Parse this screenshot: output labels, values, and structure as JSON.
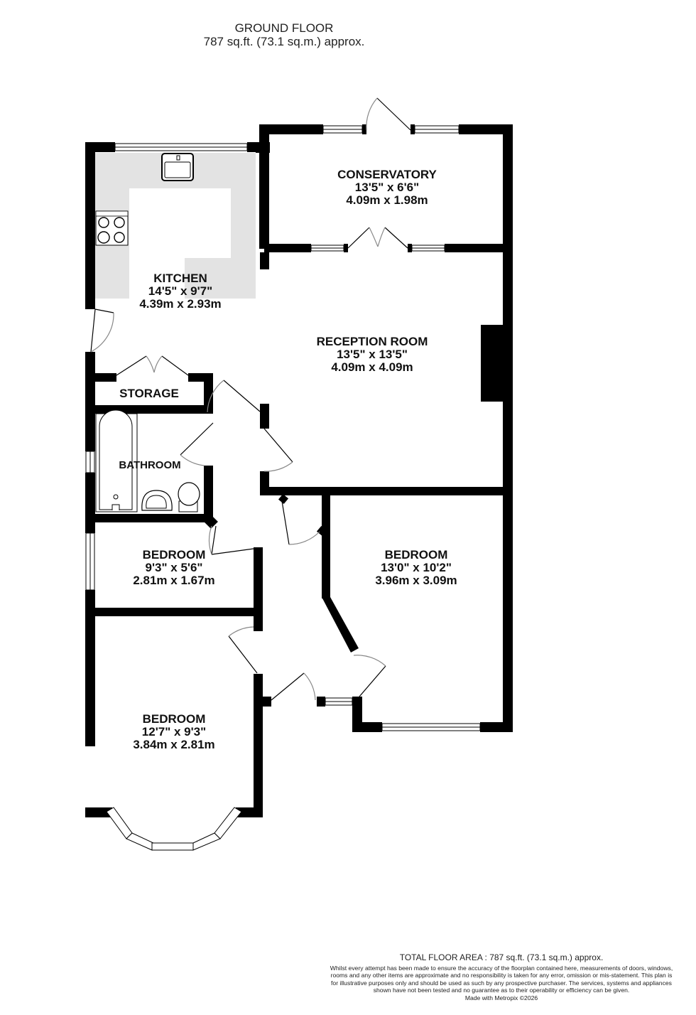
{
  "header": {
    "floor_title": "GROUND FLOOR",
    "floor_area": "787 sq.ft. (73.1 sq.m.) approx."
  },
  "rooms": [
    {
      "id": "conservatory",
      "name": "CONSERVATORY",
      "imperial": "13'5\"  x 6'6\"",
      "metric": "4.09m  x 1.98m"
    },
    {
      "id": "kitchen",
      "name": "KITCHEN",
      "imperial": "14'5\"  x 9'7\"",
      "metric": "4.39m  x 2.93m"
    },
    {
      "id": "reception",
      "name": "RECEPTION ROOM",
      "imperial": "13'5\"  x 13'5\"",
      "metric": "4.09m  x 4.09m"
    },
    {
      "id": "storage",
      "name": "STORAGE"
    },
    {
      "id": "bathroom",
      "name": "BATHROOM"
    },
    {
      "id": "bedroom-small",
      "name": "BEDROOM",
      "imperial": "9'3\"  x 5'6\"",
      "metric": "2.81m  x 1.67m"
    },
    {
      "id": "bedroom-right",
      "name": "BEDROOM",
      "imperial": "13'0\"  x 10'2\"",
      "metric": "3.96m  x 3.09m"
    },
    {
      "id": "bedroom-bay",
      "name": "BEDROOM",
      "imperial": "12'7\"  x 9'3\"",
      "metric": "3.84m  x 2.81m"
    }
  ],
  "footer": {
    "total_area": "TOTAL FLOOR AREA : 787 sq.ft. (73.1 sq.m.) approx.",
    "disclaimer": "Whilst every attempt has been made to ensure the accuracy of the floorplan contained here, measurements of doors, windows, rooms and any other items are approximate and no responsibility is taken for any error, omission or mis-statement. This plan is for illustrative purposes only and should be used as such by any prospective purchaser. The services, systems and appliances shown have not been tested and no guarantee as to their operability or efficiency can be given.",
    "made_with": "Made with Metropix ©2026"
  },
  "colors": {
    "wall": "#000000",
    "kitchen_worktop": "#e3e3e3",
    "background": "#ffffff",
    "text": "#111111"
  },
  "icons": [
    "sink-icon",
    "hob-icon",
    "bath-icon",
    "basin-icon",
    "toilet-icon",
    "chimney-breast-icon",
    "window-icon",
    "door-swing-icon"
  ]
}
